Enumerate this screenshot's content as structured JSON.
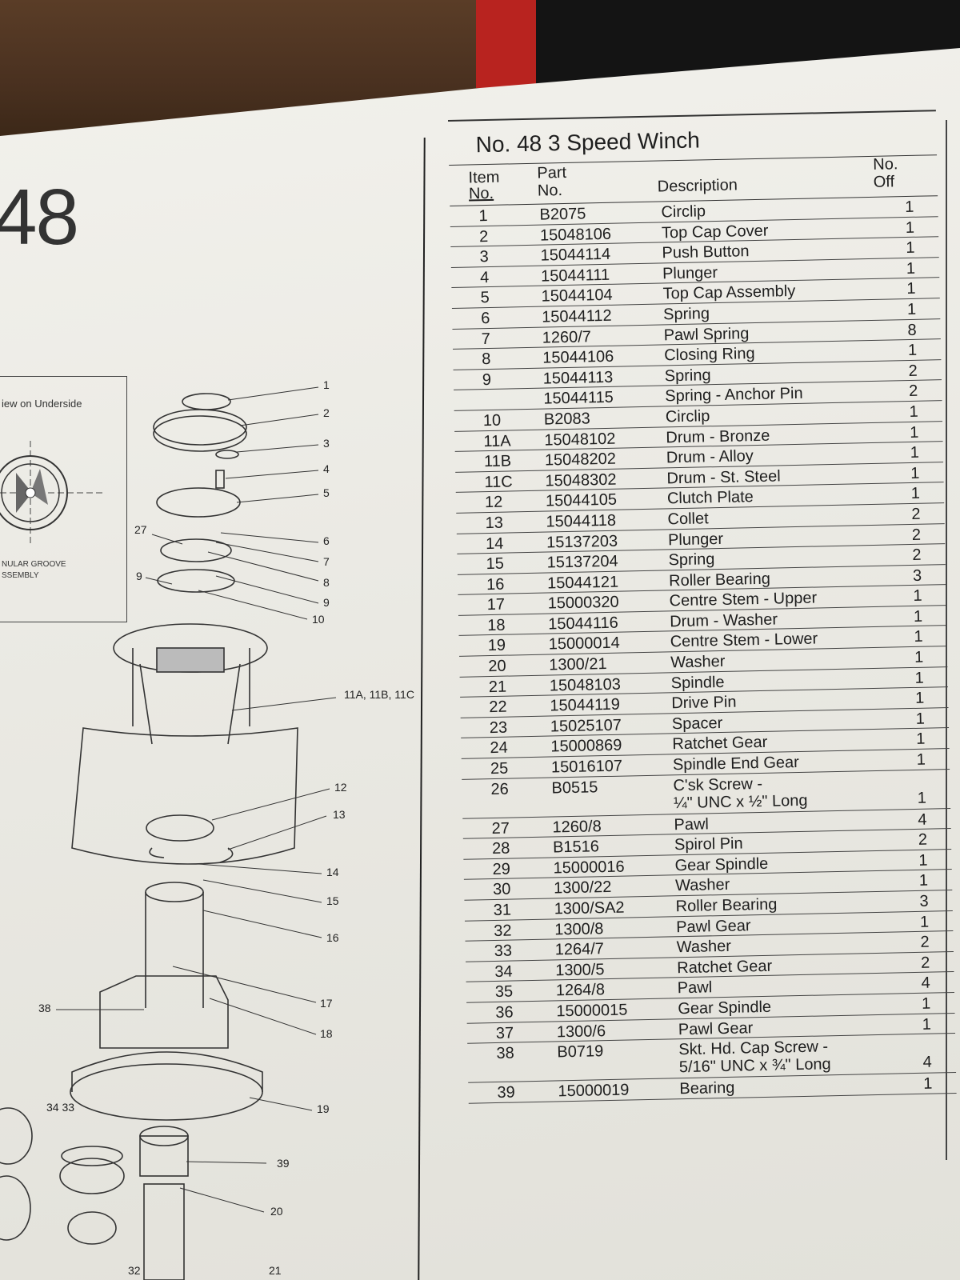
{
  "page": {
    "big_number": "48",
    "inset_title": "iew on Underside",
    "inset_caption_1": "NULAR GROOVE",
    "inset_caption_2": "SSEMBLY"
  },
  "diagram_callouts": [
    "1",
    "2",
    "3",
    "4",
    "5",
    "6",
    "7",
    "8",
    "9",
    "10",
    "11A, 11B, 11C",
    "12",
    "13",
    "14",
    "15",
    "16",
    "17",
    "18",
    "19",
    "20",
    "21",
    "27",
    "9",
    "38",
    "34 33",
    "39",
    "32"
  ],
  "parts_list": {
    "title": "No. 48  3 Speed Winch",
    "headers": {
      "item_no_1": "Item",
      "item_no_2": "No.",
      "part_no_1": "Part",
      "part_no_2": "No.",
      "description": "Description",
      "no_off_1": "No.",
      "no_off_2": "Off"
    },
    "rows": [
      {
        "item": "1",
        "part": "B2075",
        "desc": "Circlip",
        "qty": "1"
      },
      {
        "item": "2",
        "part": "15048106",
        "desc": "Top Cap Cover",
        "qty": "1"
      },
      {
        "item": "3",
        "part": "15044114",
        "desc": "Push Button",
        "qty": "1"
      },
      {
        "item": "4",
        "part": "15044111",
        "desc": "Plunger",
        "qty": "1"
      },
      {
        "item": "5",
        "part": "15044104",
        "desc": "Top Cap Assembly",
        "qty": "1"
      },
      {
        "item": "6",
        "part": "15044112",
        "desc": "Spring",
        "qty": "1"
      },
      {
        "item": "7",
        "part": "1260/7",
        "desc": "Pawl Spring",
        "qty": "8"
      },
      {
        "item": "8",
        "part": "15044106",
        "desc": "Closing Ring",
        "qty": "1"
      },
      {
        "item": "9",
        "part": "15044113",
        "desc": "Spring",
        "qty": "2"
      },
      {
        "item": "",
        "part": "15044115",
        "desc": "Spring - Anchor Pin",
        "qty": "2"
      },
      {
        "item": "10",
        "part": "B2083",
        "desc": "Circlip",
        "qty": "1"
      },
      {
        "item": "11A",
        "part": "15048102",
        "desc": "Drum - Bronze",
        "qty": "1"
      },
      {
        "item": "11B",
        "part": "15048202",
        "desc": "Drum - Alloy",
        "qty": "1"
      },
      {
        "item": "11C",
        "part": "15048302",
        "desc": "Drum - St. Steel",
        "qty": "1"
      },
      {
        "item": "12",
        "part": "15044105",
        "desc": "Clutch Plate",
        "qty": "1"
      },
      {
        "item": "13",
        "part": "15044118",
        "desc": "Collet",
        "qty": "2"
      },
      {
        "item": "14",
        "part": "15137203",
        "desc": "Plunger",
        "qty": "2"
      },
      {
        "item": "15",
        "part": "15137204",
        "desc": "Spring",
        "qty": "2"
      },
      {
        "item": "16",
        "part": "15044121",
        "desc": "Roller Bearing",
        "qty": "3"
      },
      {
        "item": "17",
        "part": "15000320",
        "desc": "Centre Stem - Upper",
        "qty": "1"
      },
      {
        "item": "18",
        "part": "15044116",
        "desc": "Drum - Washer",
        "qty": "1"
      },
      {
        "item": "19",
        "part": "15000014",
        "desc": "Centre Stem - Lower",
        "qty": "1"
      },
      {
        "item": "20",
        "part": "1300/21",
        "desc": "Washer",
        "qty": "1"
      },
      {
        "item": "21",
        "part": "15048103",
        "desc": "Spindle",
        "qty": "1"
      },
      {
        "item": "22",
        "part": "15044119",
        "desc": "Drive Pin",
        "qty": "1"
      },
      {
        "item": "23",
        "part": "15025107",
        "desc": "Spacer",
        "qty": "1"
      },
      {
        "item": "24",
        "part": "15000869",
        "desc": "Ratchet Gear",
        "qty": "1"
      },
      {
        "item": "25",
        "part": "15016107",
        "desc": "Spindle End Gear",
        "qty": "1"
      },
      {
        "item": "26",
        "part": "B0515",
        "desc": "C'sk Screw -",
        "desc2": "¼\" UNC x ½\" Long",
        "qty": "1"
      },
      {
        "item": "27",
        "part": "1260/8",
        "desc": "Pawl",
        "qty": "4"
      },
      {
        "item": "28",
        "part": "B1516",
        "desc": "Spirol Pin",
        "qty": "2"
      },
      {
        "item": "29",
        "part": "15000016",
        "desc": "Gear Spindle",
        "qty": "1"
      },
      {
        "item": "30",
        "part": "1300/22",
        "desc": "Washer",
        "qty": "1"
      },
      {
        "item": "31",
        "part": "1300/SA2",
        "desc": "Roller Bearing",
        "qty": "3"
      },
      {
        "item": "32",
        "part": "1300/8",
        "desc": "Pawl Gear",
        "qty": "1"
      },
      {
        "item": "33",
        "part": "1264/7",
        "desc": "Washer",
        "qty": "2"
      },
      {
        "item": "34",
        "part": "1300/5",
        "desc": "Ratchet Gear",
        "qty": "2"
      },
      {
        "item": "35",
        "part": "1264/8",
        "desc": "Pawl",
        "qty": "4"
      },
      {
        "item": "36",
        "part": "15000015",
        "desc": "Gear Spindle",
        "qty": "1"
      },
      {
        "item": "37",
        "part": "1300/6",
        "desc": "Pawl Gear",
        "qty": "1"
      },
      {
        "item": "38",
        "part": "B0719",
        "desc": "Skt. Hd. Cap Screw -",
        "desc2": "5/16\" UNC x ¾\" Long",
        "qty": "4"
      },
      {
        "item": "39",
        "part": "15000019",
        "desc": "Bearing",
        "qty": "1"
      }
    ]
  }
}
